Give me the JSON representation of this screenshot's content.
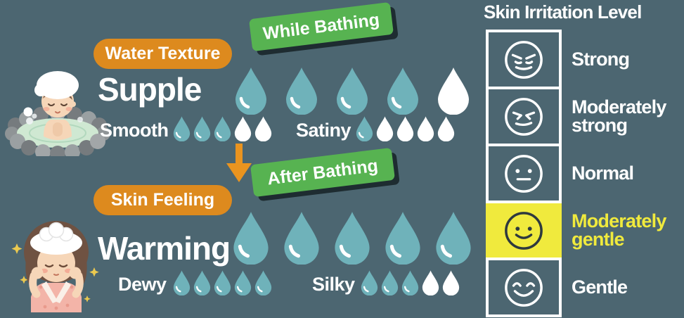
{
  "colors": {
    "background": "#4c6671",
    "badge_orange": "#dd8a1e",
    "banner_green": "#57b351",
    "banner_shadow": "#1e2c31",
    "droplet_teal": "#6fb2ba",
    "droplet_empty": "#ffffff",
    "arrow_orange": "#ea941f",
    "highlight_yellow": "#f0ea3d",
    "selected_face_dark": "#2e393e"
  },
  "top_section": {
    "badge": "Water Texture",
    "banner": "While Bathing",
    "main_label": "Supple",
    "main_rating": {
      "filled": 4,
      "total": 5
    },
    "sub_ratings": [
      {
        "label": "Smooth",
        "filled": 3,
        "total": 5
      },
      {
        "label": "Satiny",
        "filled": 1,
        "total": 5
      }
    ],
    "character": "person-bathing-in-onsen"
  },
  "transition": {
    "icon": "down-arrow-icon"
  },
  "bottom_section": {
    "badge": "Skin Feeling",
    "banner": "After Bathing",
    "main_label": "Warming",
    "main_rating": {
      "filled": 5,
      "total": 5
    },
    "sub_ratings": [
      {
        "label": "Dewy",
        "filled": 5,
        "total": 5
      },
      {
        "label": "Silky",
        "filled": 3,
        "total": 5
      }
    ],
    "character": "person-after-bath-touching-cheeks"
  },
  "irritation_panel": {
    "title": "Skin Irritation Level",
    "levels": [
      {
        "label": "Strong",
        "face": "strong",
        "selected": false
      },
      {
        "label": "Moderately strong",
        "face": "moderately-strong",
        "selected": false
      },
      {
        "label": "Normal",
        "face": "normal",
        "selected": false
      },
      {
        "label": "Moderately gentle",
        "face": "moderately-gentle",
        "selected": true
      },
      {
        "label": "Gentle",
        "face": "gentle",
        "selected": false
      }
    ]
  }
}
